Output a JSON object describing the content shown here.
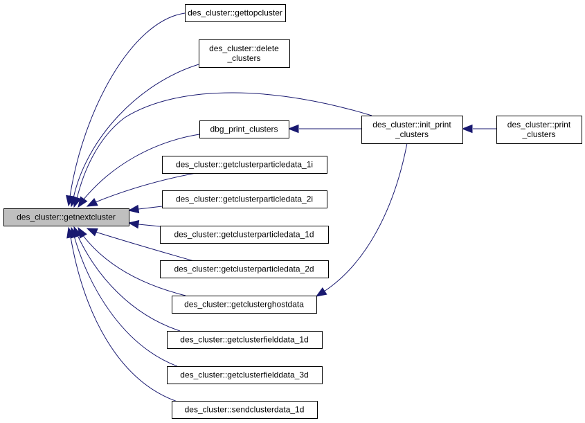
{
  "graph": {
    "title": "Caller graph of des_cluster::getnextcluster",
    "colors": {
      "edge": "#191970",
      "focus_fill": "#bfbfbf",
      "node_fill": "#ffffff",
      "border": "#000000"
    },
    "nodes": [
      {
        "id": "getnextcluster",
        "lines": [
          "des_cluster::getnextcluster"
        ],
        "focus": true
      },
      {
        "id": "gettopcluster",
        "lines": [
          "des_cluster::gettopcluster"
        ]
      },
      {
        "id": "delete_clusters",
        "lines": [
          "des_cluster::delete",
          "_clusters"
        ]
      },
      {
        "id": "dbg_print_clusters",
        "lines": [
          "dbg_print_clusters"
        ]
      },
      {
        "id": "init_print_clusters",
        "lines": [
          "des_cluster::init_print",
          "_clusters"
        ]
      },
      {
        "id": "print_clusters",
        "lines": [
          "des_cluster::print",
          "_clusters"
        ]
      },
      {
        "id": "particledata_1i",
        "lines": [
          "des_cluster::getclusterparticledata_1i"
        ]
      },
      {
        "id": "particledata_2i",
        "lines": [
          "des_cluster::getclusterparticledata_2i"
        ]
      },
      {
        "id": "particledata_1d",
        "lines": [
          "des_cluster::getclusterparticledata_1d"
        ]
      },
      {
        "id": "particledata_2d",
        "lines": [
          "des_cluster::getclusterparticledata_2d"
        ]
      },
      {
        "id": "ghostdata",
        "lines": [
          "des_cluster::getclusterghostdata"
        ]
      },
      {
        "id": "fielddata_1d",
        "lines": [
          "des_cluster::getclusterfielddata_1d"
        ]
      },
      {
        "id": "fielddata_3d",
        "lines": [
          "des_cluster::getclusterfielddata_3d"
        ]
      },
      {
        "id": "sendclusterdata_1d",
        "lines": [
          "des_cluster::sendclusterdata_1d"
        ]
      }
    ],
    "edges": [
      {
        "from": "gettopcluster",
        "to": "getnextcluster"
      },
      {
        "from": "delete_clusters",
        "to": "getnextcluster"
      },
      {
        "from": "init_print_clusters",
        "to": "getnextcluster"
      },
      {
        "from": "dbg_print_clusters",
        "to": "getnextcluster"
      },
      {
        "from": "particledata_1i",
        "to": "getnextcluster"
      },
      {
        "from": "particledata_2i",
        "to": "getnextcluster"
      },
      {
        "from": "particledata_1d",
        "to": "getnextcluster"
      },
      {
        "from": "particledata_2d",
        "to": "getnextcluster"
      },
      {
        "from": "ghostdata",
        "to": "getnextcluster"
      },
      {
        "from": "fielddata_1d",
        "to": "getnextcluster"
      },
      {
        "from": "fielddata_3d",
        "to": "getnextcluster"
      },
      {
        "from": "sendclusterdata_1d",
        "to": "getnextcluster"
      },
      {
        "from": "init_print_clusters",
        "to": "dbg_print_clusters"
      },
      {
        "from": "init_print_clusters",
        "to": "ghostdata"
      },
      {
        "from": "print_clusters",
        "to": "init_print_clusters"
      }
    ]
  }
}
